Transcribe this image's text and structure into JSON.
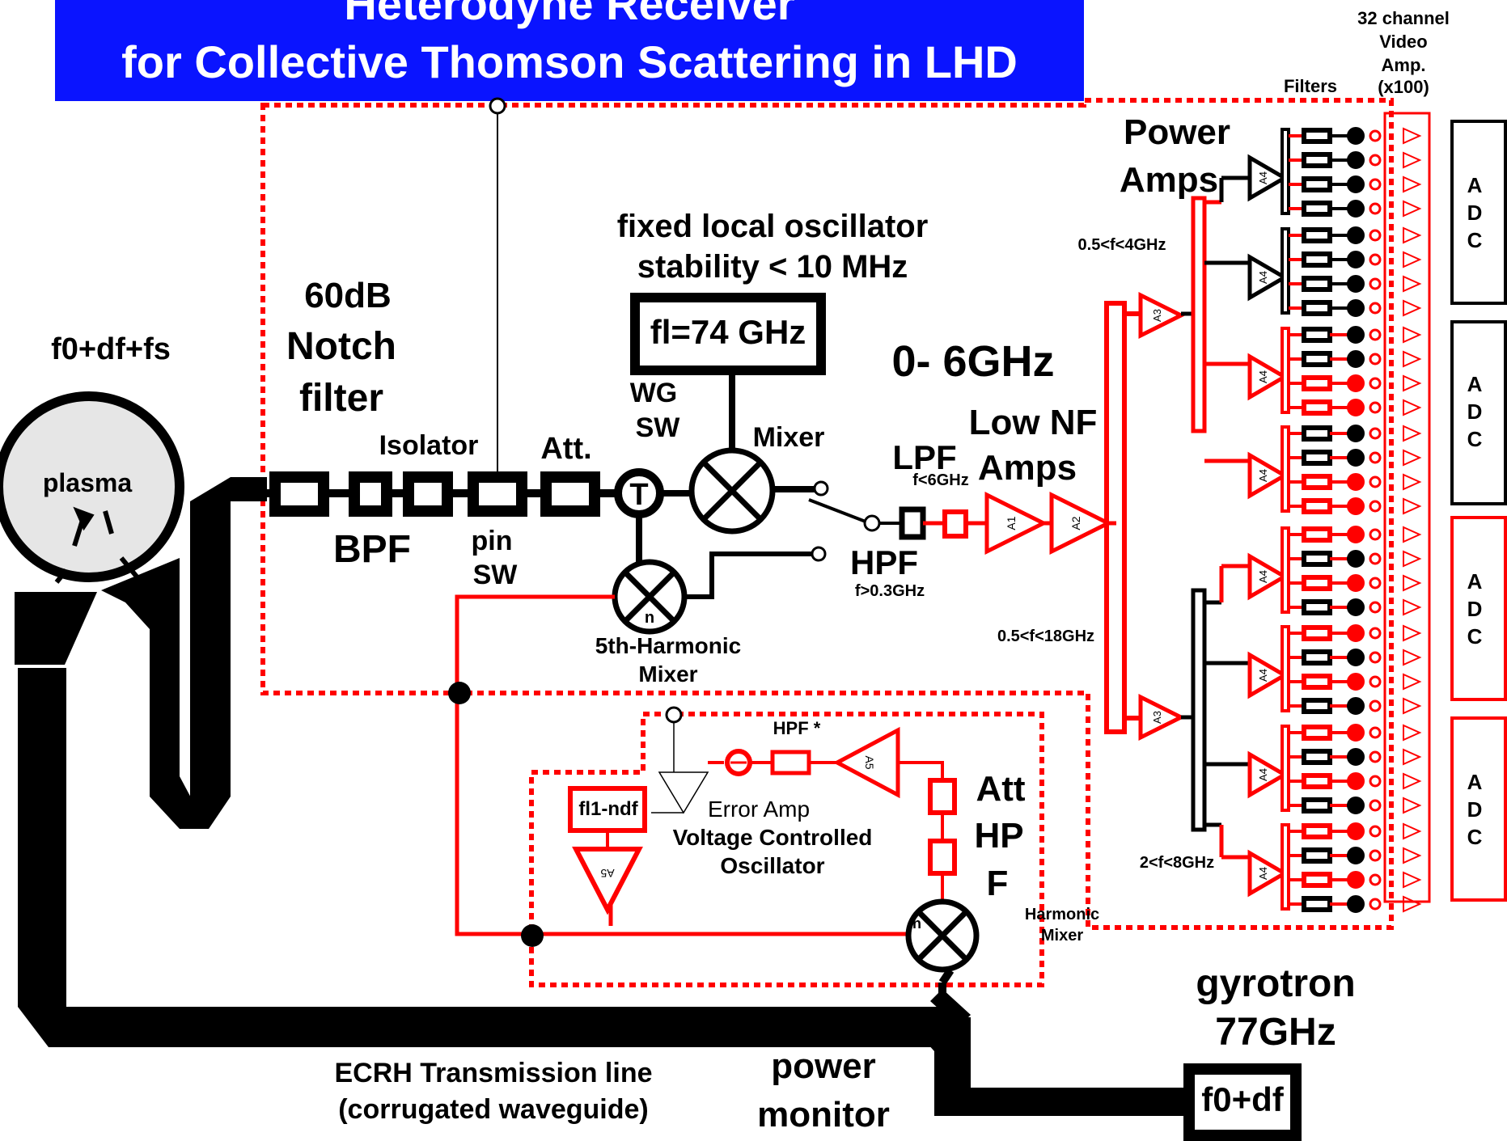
{
  "title": {
    "line1": "Heterodyne Receiver",
    "line2": "for Collective Thomson Scattering in LHD"
  },
  "labels": {
    "f0_df_fs": "f0+df+fs",
    "plasma": "plasma",
    "notch_1": "60dB",
    "notch_2": "Notch",
    "notch_3": "filter",
    "isolator": "Isolator",
    "att": "Att.",
    "bpf": "BPF",
    "pin_sw_1": "pin",
    "pin_sw_2": "SW",
    "wg_sw_1": "WG",
    "wg_sw_2": "SW",
    "wg_sw_symbol": "T",
    "lo_title_1": "fixed local oscillator",
    "lo_title_2": "stability < 10 MHz",
    "lo_box": "fl=74 GHz",
    "mixer": "Mixer",
    "harmonic_n": "n",
    "fifth_harmonic_1": "5th-Harmonic",
    "fifth_harmonic_2": "Mixer",
    "band_0_6": "0- 6GHz",
    "lpf": "LPF",
    "lpf_cond": "f<6GHz",
    "hpf": "HPF",
    "hpf_cond": "f>0.3GHz",
    "low_nf_1": "Low NF",
    "low_nf_2": "Amps",
    "power_amps_1": "Power",
    "power_amps_2": "Amps",
    "range_05_4": "0.5<f<4GHz",
    "range_05_18": "0.5<f<18GHz",
    "range_2_8": "2<f<8GHz",
    "filters": "Filters",
    "video_amp_1": "32 channel",
    "video_amp_2": "Video",
    "video_amp_3": "Amp.",
    "video_amp_4": "(x100)",
    "adc_a": "A",
    "adc_d": "D",
    "adc_c": "C",
    "amp_a1": "A1",
    "amp_a2": "A2",
    "amp_a3": "A3",
    "amp_a4": "A4",
    "amp_a5": "A5",
    "hpf_star": "HPF *",
    "error_amp": "Error Amp",
    "vco_1": "Voltage Controlled",
    "vco_2": "Oscillator",
    "fl1_ndf": "fl1-ndf",
    "att_hpf_1": "Att",
    "att_hpf_2": "HP",
    "att_hpf_3": "F",
    "harm_mixer_1": "Harmonic",
    "harm_mixer_2": "Mixer",
    "gyrotron_1": "gyrotron",
    "gyrotron_2": "77GHz",
    "gyro_box": "f0+df",
    "ecrh_1": "ECRH Transmission line",
    "ecrh_2": "(corrugated waveguide)",
    "power_mon_1": "power",
    "power_mon_2": "monitor"
  },
  "colors": {
    "title_band": "#0a14ff",
    "signal_red": "#ff0000",
    "line_black": "#000000",
    "plasma_fill": "#e6e6e6"
  }
}
